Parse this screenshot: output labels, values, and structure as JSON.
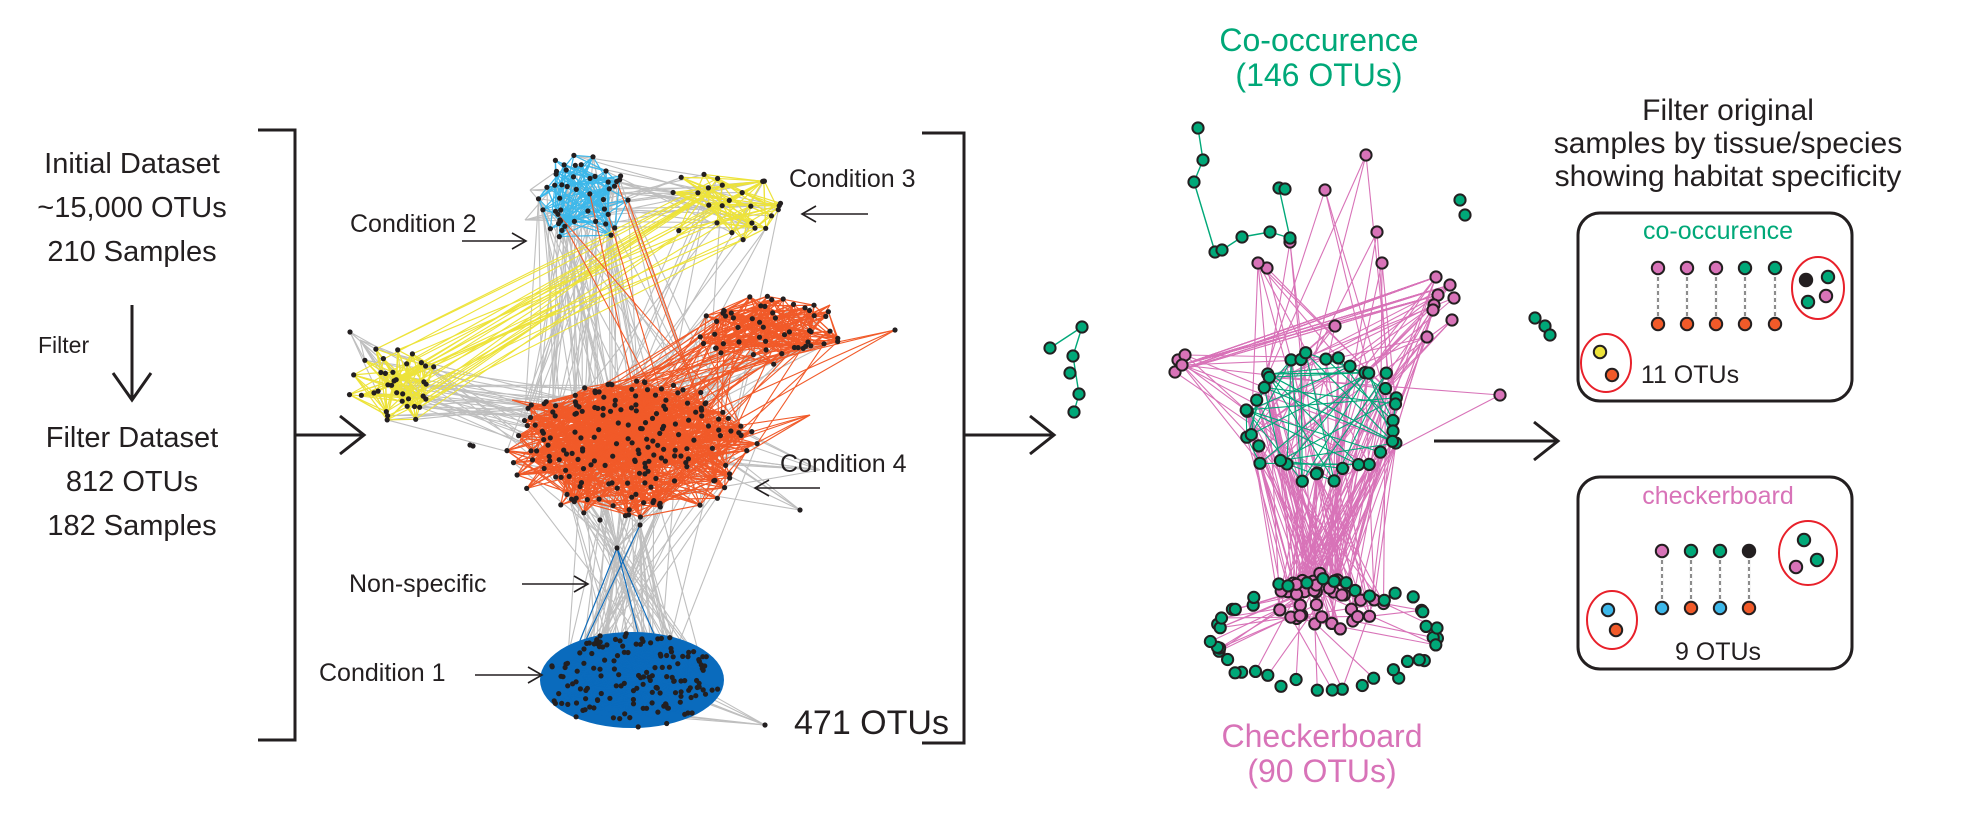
{
  "left_panel": {
    "initial_dataset": {
      "title": "Initial Dataset",
      "otus": "~15,000 OTUs",
      "samples": "210 Samples"
    },
    "filter_label": "Filter",
    "filter_dataset": {
      "title": "Filter Dataset",
      "otus": "812 OTUs",
      "samples": "182 Samples"
    }
  },
  "network": {
    "condition_1": "Condition 1",
    "condition_2": "Condition 2",
    "condition_3": "Condition 3",
    "condition_4": "Condition 4",
    "non_specific": "Non-specific",
    "total": "471 OTUs"
  },
  "association": {
    "cooccurrence_title": "Co-occurence",
    "cooccurrence_count": "(146 OTUs)",
    "checkerboard_title": "Checkerboard",
    "checkerboard_count": "(90 OTUs)"
  },
  "filter_panel": {
    "heading_line1": "Filter original",
    "heading_line2": "samples by tissue/species",
    "heading_line3": "showing habitat specificity",
    "box1": {
      "title": "co-occurence",
      "count": "11 OTUs"
    },
    "box2": {
      "title": "checkerboard",
      "count": "9 OTUs"
    }
  },
  "colors": {
    "text": "#231f20",
    "cooccurrence_green": "#00a878",
    "checkerboard_pink": "#d873b8",
    "condition_1_blue": "#0a6bbd",
    "condition_2_lightblue": "#3db8ea",
    "condition_3_yellow": "#ede33a",
    "condition_4_orange": "#f15a29",
    "edge_gray": "#bfbfbf",
    "oval_red": "#e8202a"
  }
}
